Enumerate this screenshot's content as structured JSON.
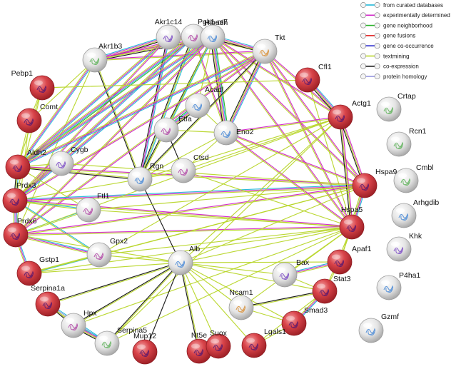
{
  "colors": {
    "curated": "#21b7d8",
    "experimental": "#d224c8",
    "neighborhood": "#28b228",
    "fusions": "#e02020",
    "cooccurrence": "#2222cc",
    "textmining": "#b8d62a",
    "coexpression": "#111111",
    "homology": "#9a9ae0",
    "node_red": "#d9444a",
    "node_gray": "#e6e6e6"
  },
  "legend": [
    {
      "key": "curated",
      "label": "from curated databases",
      "icon": "curated-edge-icon"
    },
    {
      "key": "experimental",
      "label": "experimentally determined",
      "icon": "experimental-edge-icon"
    },
    {
      "key": "neighborhood",
      "label": "gene neighborhood",
      "icon": "neighborhood-edge-icon"
    },
    {
      "key": "fusions",
      "label": "gene fusions",
      "icon": "fusion-edge-icon"
    },
    {
      "key": "cooccurrence",
      "label": "gene co-occurrence",
      "icon": "cooccurrence-edge-icon"
    },
    {
      "key": "textmining",
      "label": "textmining",
      "icon": "textmining-edge-icon"
    },
    {
      "key": "coexpression",
      "label": "co-expression",
      "icon": "coexpression-edge-icon"
    },
    {
      "key": "homology",
      "label": "protein homology",
      "icon": "homology-edge-icon"
    }
  ],
  "nodes": [
    {
      "id": "Akr1c14",
      "label": "Akr1c14",
      "color": "gray"
    },
    {
      "id": "Hibadh",
      "label": "Hibadh",
      "color": "gray"
    },
    {
      "id": "Pgk1-rs7",
      "label": "Pgk1-rs7",
      "color": "gray"
    },
    {
      "id": "Akr1b3",
      "label": "Akr1b3",
      "color": "gray"
    },
    {
      "id": "Tkt",
      "label": "Tkt",
      "color": "gray"
    },
    {
      "id": "Cfl1",
      "label": "Cfl1",
      "color": "red"
    },
    {
      "id": "Pebp1",
      "label": "Pebp1",
      "color": "red"
    },
    {
      "id": "Acadl",
      "label": "Acadl",
      "color": "gray"
    },
    {
      "id": "Crtap",
      "label": "Crtap",
      "color": "gray"
    },
    {
      "id": "Comt",
      "label": "Comt",
      "color": "red"
    },
    {
      "id": "Actg1",
      "label": "Actg1",
      "color": "red"
    },
    {
      "id": "Etfa",
      "label": "Etfa",
      "color": "gray"
    },
    {
      "id": "Eno2",
      "label": "Eno2",
      "color": "gray"
    },
    {
      "id": "Rcn1",
      "label": "Rcn1",
      "color": "gray"
    },
    {
      "id": "Aldh2",
      "label": "Aldh2",
      "color": "red"
    },
    {
      "id": "Cygb",
      "label": "Cygb",
      "color": "gray"
    },
    {
      "id": "Ctsd",
      "label": "Ctsd",
      "color": "gray"
    },
    {
      "id": "Rgn",
      "label": "Rgn",
      "color": "gray"
    },
    {
      "id": "Cmbl",
      "label": "Cmbl",
      "color": "gray"
    },
    {
      "id": "Hspa9",
      "label": "Hspa9",
      "color": "red"
    },
    {
      "id": "Prdx3",
      "label": "Prdx3",
      "color": "red"
    },
    {
      "id": "Ftl1",
      "label": "Ftl1",
      "color": "gray"
    },
    {
      "id": "Arhgdib",
      "label": "Arhgdib",
      "color": "gray"
    },
    {
      "id": "Prdx6",
      "label": "Prdx6",
      "color": "red"
    },
    {
      "id": "Hspa5",
      "label": "Hspa5",
      "color": "red"
    },
    {
      "id": "Khk",
      "label": "Khk",
      "color": "gray"
    },
    {
      "id": "Gpx2",
      "label": "Gpx2",
      "color": "gray"
    },
    {
      "id": "Alb",
      "label": "Alb",
      "color": "gray"
    },
    {
      "id": "Apaf1",
      "label": "Apaf1",
      "color": "red"
    },
    {
      "id": "Gstp1",
      "label": "Gstp1",
      "color": "red"
    },
    {
      "id": "Bax",
      "label": "Bax",
      "color": "gray"
    },
    {
      "id": "Stat3",
      "label": "Stat3",
      "color": "red"
    },
    {
      "id": "P4ha1",
      "label": "P4ha1",
      "color": "gray"
    },
    {
      "id": "Serpina1a",
      "label": "Serpina1a",
      "color": "red"
    },
    {
      "id": "Ncam1",
      "label": "Ncam1",
      "color": "gray"
    },
    {
      "id": "Smad3",
      "label": "Smad3",
      "color": "red"
    },
    {
      "id": "Hpx",
      "label": "Hpx",
      "color": "gray"
    },
    {
      "id": "Gzmf",
      "label": "Gzmf",
      "color": "gray"
    },
    {
      "id": "Serpina5",
      "label": "Serpina5",
      "color": "gray"
    },
    {
      "id": "Mup12",
      "label": "Mup12",
      "color": "red"
    },
    {
      "id": "Nt5e",
      "label": "Nt5e",
      "color": "red"
    },
    {
      "id": "Suox",
      "label": "Suox",
      "color": "red"
    },
    {
      "id": "Lgals1",
      "label": "Lgals1",
      "color": "red"
    }
  ],
  "edges": [
    {
      "a": "Akr1b3",
      "b": "Akr1c14",
      "types": [
        "curated",
        "experimental",
        "textmining",
        "coexpression"
      ]
    },
    {
      "a": "Akr1b3",
      "b": "Hibadh",
      "types": [
        "experimental",
        "textmining"
      ]
    },
    {
      "a": "Akr1b3",
      "b": "Pgk1-rs7",
      "types": [
        "experimental",
        "textmining",
        "coexpression"
      ]
    },
    {
      "a": "Akr1b3",
      "b": "Tkt",
      "types": [
        "experimental",
        "textmining"
      ]
    },
    {
      "a": "Akr1b3",
      "b": "Aldh2",
      "types": [
        "curated",
        "experimental",
        "textmining"
      ]
    },
    {
      "a": "Akr1b3",
      "b": "Comt",
      "types": [
        "textmining"
      ]
    },
    {
      "a": "Akr1b3",
      "b": "Rgn",
      "types": [
        "textmining",
        "coexpression"
      ]
    },
    {
      "a": "Akr1b3",
      "b": "Prdx6",
      "types": [
        "textmining"
      ]
    },
    {
      "a": "Akr1c14",
      "b": "Hibadh",
      "types": [
        "experimental",
        "textmining"
      ]
    },
    {
      "a": "Akr1c14",
      "b": "Pgk1-rs7",
      "types": [
        "experimental",
        "textmining"
      ]
    },
    {
      "a": "Akr1c14",
      "b": "Aldh2",
      "types": [
        "curated",
        "experimental",
        "textmining"
      ]
    },
    {
      "a": "Akr1c14",
      "b": "Rgn",
      "types": [
        "curated",
        "experimental",
        "coexpression"
      ]
    },
    {
      "a": "Akr1c14",
      "b": "Prdx3",
      "types": [
        "experimental",
        "textmining"
      ]
    },
    {
      "a": "Hibadh",
      "b": "Pgk1-rs7",
      "types": [
        "curated",
        "experimental",
        "textmining",
        "coexpression"
      ]
    },
    {
      "a": "Hibadh",
      "b": "Tkt",
      "types": [
        "experimental",
        "textmining"
      ]
    },
    {
      "a": "Hibadh",
      "b": "Aldh2",
      "types": [
        "curated",
        "experimental",
        "neighborhood",
        "textmining"
      ]
    },
    {
      "a": "Hibadh",
      "b": "Rgn",
      "types": [
        "curated",
        "textmining",
        "coexpression"
      ]
    },
    {
      "a": "Hibadh",
      "b": "Prdx3",
      "types": [
        "curated",
        "experimental",
        "textmining"
      ]
    },
    {
      "a": "Hibadh",
      "b": "Eno2",
      "types": [
        "experimental",
        "textmining"
      ]
    },
    {
      "a": "Pgk1-rs7",
      "b": "Tkt",
      "types": [
        "curated",
        "experimental",
        "textmining",
        "coexpression"
      ]
    },
    {
      "a": "Pgk1-rs7",
      "b": "Eno2",
      "types": [
        "curated",
        "experimental",
        "neighborhood",
        "textmining",
        "coexpression"
      ]
    },
    {
      "a": "Pgk1-rs7",
      "b": "Aldh2",
      "types": [
        "curated",
        "experimental",
        "textmining"
      ]
    },
    {
      "a": "Pgk1-rs7",
      "b": "Rgn",
      "types": [
        "textmining",
        "coexpression"
      ]
    },
    {
      "a": "Pgk1-rs7",
      "b": "Prdx3",
      "types": [
        "curated",
        "experimental",
        "textmining"
      ]
    },
    {
      "a": "Pgk1-rs7",
      "b": "Prdx6",
      "types": [
        "experimental",
        "textmining"
      ]
    },
    {
      "a": "Pgk1-rs7",
      "b": "Etfa",
      "types": [
        "curated",
        "textmining"
      ]
    },
    {
      "a": "Pgk1-rs7",
      "b": "Acadl",
      "types": [
        "textmining"
      ]
    },
    {
      "a": "Pgk1-rs7",
      "b": "Actg1",
      "types": [
        "experimental",
        "textmining"
      ]
    },
    {
      "a": "Pgk1-rs7",
      "b": "Hspa9",
      "types": [
        "experimental",
        "textmining"
      ]
    },
    {
      "a": "Pgk1-rs7",
      "b": "Hspa5",
      "types": [
        "experimental",
        "textmining"
      ]
    },
    {
      "a": "Tkt",
      "b": "Eno2",
      "types": [
        "curated",
        "experimental",
        "textmining",
        "coexpression"
      ]
    },
    {
      "a": "Tkt",
      "b": "Aldh2",
      "types": [
        "curated",
        "experimental",
        "textmining"
      ]
    },
    {
      "a": "Tkt",
      "b": "Rgn",
      "types": [
        "textmining",
        "coexpression"
      ]
    },
    {
      "a": "Tkt",
      "b": "Prdx6",
      "types": [
        "experimental",
        "textmining"
      ]
    },
    {
      "a": "Tkt",
      "b": "Prdx3",
      "types": [
        "experimental",
        "textmining"
      ]
    },
    {
      "a": "Tkt",
      "b": "Actg1",
      "types": [
        "experimental",
        "textmining"
      ]
    },
    {
      "a": "Tkt",
      "b": "Hspa9",
      "types": [
        "experimental",
        "textmining"
      ]
    },
    {
      "a": "Tkt",
      "b": "Hspa5",
      "types": [
        "experimental",
        "textmining"
      ]
    },
    {
      "a": "Cfl1",
      "b": "Actg1",
      "types": [
        "curated",
        "experimental",
        "textmining",
        "coexpression"
      ]
    },
    {
      "a": "Cfl1",
      "b": "Pebp1",
      "types": [
        "textmining"
      ]
    },
    {
      "a": "Cfl1",
      "b": "Hspa5",
      "types": [
        "textmining"
      ]
    },
    {
      "a": "Pebp1",
      "b": "Comt",
      "types": [
        "textmining"
      ]
    },
    {
      "a": "Pebp1",
      "b": "Aldh2",
      "types": [
        "textmining"
      ]
    },
    {
      "a": "Pebp1",
      "b": "Prdx3",
      "types": [
        "textmining"
      ]
    },
    {
      "a": "Comt",
      "b": "Aldh2",
      "types": [
        "textmining"
      ]
    },
    {
      "a": "Comt",
      "b": "Prdx6",
      "types": [
        "textmining"
      ]
    },
    {
      "a": "Aldh2",
      "b": "Prdx3",
      "types": [
        "curated",
        "textmining",
        "coexpression"
      ]
    },
    {
      "a": "Aldh2",
      "b": "Cygb",
      "types": [
        "textmining"
      ]
    },
    {
      "a": "Aldh2",
      "b": "Rgn",
      "types": [
        "textmining",
        "coexpression"
      ]
    },
    {
      "a": "Aldh2",
      "b": "Hspa9",
      "types": [
        "experimental",
        "textmining"
      ]
    },
    {
      "a": "Aldh2",
      "b": "Ftl1",
      "types": [
        "textmining"
      ]
    },
    {
      "a": "Prdx3",
      "b": "Prdx6",
      "types": [
        "curated",
        "experimental",
        "textmining",
        "homology"
      ]
    },
    {
      "a": "Prdx3",
      "b": "Ftl1",
      "types": [
        "curated",
        "textmining"
      ]
    },
    {
      "a": "Prdx3",
      "b": "Hspa9",
      "types": [
        "curated",
        "experimental",
        "textmining"
      ]
    },
    {
      "a": "Prdx3",
      "b": "Hspa5",
      "types": [
        "experimental",
        "textmining"
      ]
    },
    {
      "a": "Prdx3",
      "b": "Gpx2",
      "types": [
        "curated",
        "textmining"
      ]
    },
    {
      "a": "Prdx3",
      "b": "Rgn",
      "types": [
        "textmining"
      ]
    },
    {
      "a": "Prdx6",
      "b": "Ftl1",
      "types": [
        "curated",
        "textmining"
      ]
    },
    {
      "a": "Prdx6",
      "b": "Gpx2",
      "types": [
        "curated",
        "experimental",
        "textmining"
      ]
    },
    {
      "a": "Prdx6",
      "b": "Gstp1",
      "types": [
        "curated",
        "experimental",
        "textmining"
      ]
    },
    {
      "a": "Prdx6",
      "b": "Hspa5",
      "types": [
        "experimental",
        "textmining"
      ]
    },
    {
      "a": "Prdx6",
      "b": "Hspa9",
      "types": [
        "experimental",
        "textmining"
      ]
    },
    {
      "a": "Prdx6",
      "b": "Alb",
      "types": [
        "textmining"
      ]
    },
    {
      "a": "Prdx6",
      "b": "Actg1",
      "types": [
        "textmining"
      ]
    },
    {
      "a": "Gpx2",
      "b": "Gstp1",
      "types": [
        "curated",
        "textmining"
      ]
    },
    {
      "a": "Gpx2",
      "b": "Alb",
      "types": [
        "textmining"
      ]
    },
    {
      "a": "Gpx2",
      "b": "Hspa5",
      "types": [
        "textmining"
      ]
    },
    {
      "a": "Gpx2",
      "b": "Actg1",
      "types": [
        "textmining"
      ]
    },
    {
      "a": "Rgn",
      "b": "Alb",
      "types": [
        "coexpression"
      ]
    },
    {
      "a": "Rgn",
      "b": "Etfa",
      "types": [
        "textmining"
      ]
    },
    {
      "a": "Rgn",
      "b": "Eno2",
      "types": [
        "textmining"
      ]
    },
    {
      "a": "Rgn",
      "b": "Actg1",
      "types": [
        "textmining"
      ]
    },
    {
      "a": "Etfa",
      "b": "Acadl",
      "types": [
        "curated",
        "experimental",
        "neighborhood",
        "textmining",
        "coexpression"
      ]
    },
    {
      "a": "Etfa",
      "b": "Ctsd",
      "types": [
        "coexpression"
      ]
    },
    {
      "a": "Etfa",
      "b": "Eno2",
      "types": [
        "textmining"
      ]
    },
    {
      "a": "Acadl",
      "b": "Eno2",
      "types": [
        "textmining"
      ]
    },
    {
      "a": "Eno2",
      "b": "Actg1",
      "types": [
        "experimental",
        "textmining"
      ]
    },
    {
      "a": "Eno2",
      "b": "Hspa9",
      "types": [
        "experimental",
        "textmining"
      ]
    },
    {
      "a": "Eno2",
      "b": "Hspa5",
      "types": [
        "experimental",
        "textmining"
      ]
    },
    {
      "a": "Eno2",
      "b": "Ctsd",
      "types": [
        "textmining"
      ]
    },
    {
      "a": "Ctsd",
      "b": "Actg1",
      "types": [
        "textmining"
      ]
    },
    {
      "a": "Ctsd",
      "b": "Hspa5",
      "types": [
        "textmining"
      ]
    },
    {
      "a": "Ctsd",
      "b": "Rgn",
      "types": [
        "textmining"
      ]
    },
    {
      "a": "Actg1",
      "b": "Hspa9",
      "types": [
        "experimental",
        "textmining",
        "coexpression"
      ]
    },
    {
      "a": "Actg1",
      "b": "Hspa5",
      "types": [
        "experimental",
        "textmining",
        "coexpression"
      ]
    },
    {
      "a": "Hspa9",
      "b": "Hspa5",
      "types": [
        "curated",
        "experimental",
        "textmining",
        "homology"
      ]
    },
    {
      "a": "Hspa5",
      "b": "Alb",
      "types": [
        "textmining"
      ]
    },
    {
      "a": "Hspa5",
      "b": "Apaf1",
      "types": [
        "textmining"
      ]
    },
    {
      "a": "Hspa5",
      "b": "Bax",
      "types": [
        "textmining"
      ]
    },
    {
      "a": "Hspa5",
      "b": "Stat3",
      "types": [
        "textmining"
      ]
    },
    {
      "a": "Hspa5",
      "b": "Ncam1",
      "types": [
        "textmining"
      ]
    },
    {
      "a": "Hspa5",
      "b": "Hpx",
      "types": [
        "textmining"
      ]
    },
    {
      "a": "Hspa5",
      "b": "Serpina5",
      "types": [
        "textmining"
      ]
    },
    {
      "a": "Hspa5",
      "b": "Gstp1",
      "types": [
        "textmining"
      ]
    },
    {
      "a": "Hspa9",
      "b": "Alb",
      "types": [
        "textmining"
      ]
    },
    {
      "a": "Hspa9",
      "b": "Apaf1",
      "types": [
        "textmining"
      ]
    },
    {
      "a": "Hspa9",
      "b": "Gstp1",
      "types": [
        "textmining"
      ]
    },
    {
      "a": "Hspa9",
      "b": "Gpx2",
      "types": [
        "textmining"
      ]
    },
    {
      "a": "Actg1",
      "b": "Alb",
      "types": [
        "textmining"
      ]
    },
    {
      "a": "Actg1",
      "b": "Serpina5",
      "types": [
        "textmining"
      ]
    },
    {
      "a": "Alb",
      "b": "Serpina1a",
      "types": [
        "coexpression",
        "textmining"
      ]
    },
    {
      "a": "Alb",
      "b": "Hpx",
      "types": [
        "coexpression",
        "textmining"
      ]
    },
    {
      "a": "Alb",
      "b": "Serpina5",
      "types": [
        "coexpression",
        "textmining"
      ]
    },
    {
      "a": "Alb",
      "b": "Mup12",
      "types": [
        "coexpression"
      ]
    },
    {
      "a": "Alb",
      "b": "Nt5e",
      "types": [
        "coexpression",
        "textmining"
      ]
    },
    {
      "a": "Alb",
      "b": "Suox",
      "types": [
        "textmining"
      ]
    },
    {
      "a": "Alb",
      "b": "Lgals1",
      "types": [
        "textmining"
      ]
    },
    {
      "a": "Alb",
      "b": "Smad3",
      "types": [
        "textmining"
      ]
    },
    {
      "a": "Alb",
      "b": "Stat3",
      "types": [
        "textmining"
      ]
    },
    {
      "a": "Alb",
      "b": "Apaf1",
      "types": [
        "textmining"
      ]
    },
    {
      "a": "Alb",
      "b": "Ncam1",
      "types": [
        "textmining"
      ]
    },
    {
      "a": "Alb",
      "b": "Bax",
      "types": [
        "textmining"
      ]
    },
    {
      "a": "Bax",
      "b": "Apaf1",
      "types": [
        "curated",
        "experimental",
        "textmining"
      ]
    },
    {
      "a": "Bax",
      "b": "Stat3",
      "types": [
        "textmining"
      ]
    },
    {
      "a": "Apaf1",
      "b": "Stat3",
      "types": [
        "textmining"
      ]
    },
    {
      "a": "Stat3",
      "b": "Smad3",
      "types": [
        "curated",
        "experimental",
        "textmining"
      ]
    },
    {
      "a": "Stat3",
      "b": "Ncam1",
      "types": [
        "coexpression",
        "textmining"
      ]
    },
    {
      "a": "Stat3",
      "b": "Lgals1",
      "types": [
        "textmining"
      ]
    },
    {
      "a": "Smad3",
      "b": "Lgals1",
      "types": [
        "textmining"
      ]
    },
    {
      "a": "Smad3",
      "b": "Ncam1",
      "types": [
        "textmining"
      ]
    },
    {
      "a": "Serpina1a",
      "b": "Hpx",
      "types": [
        "coexpression",
        "textmining"
      ]
    },
    {
      "a": "Serpina1a",
      "b": "Serpina5",
      "types": [
        "curated",
        "textmining",
        "homology"
      ]
    },
    {
      "a": "Hpx",
      "b": "Serpina5",
      "types": [
        "curated",
        "experimental",
        "textmining",
        "coexpression"
      ]
    },
    {
      "a": "Gstp1",
      "b": "Alb",
      "types": [
        "textmining"
      ]
    },
    {
      "a": "Ftl1",
      "b": "Hspa5",
      "types": [
        "textmining"
      ]
    },
    {
      "a": "Ftl1",
      "b": "Hspa9",
      "types": [
        "textmining"
      ]
    },
    {
      "a": "Cygb",
      "b": "Hspa9",
      "types": [
        "textmining"
      ]
    }
  ]
}
